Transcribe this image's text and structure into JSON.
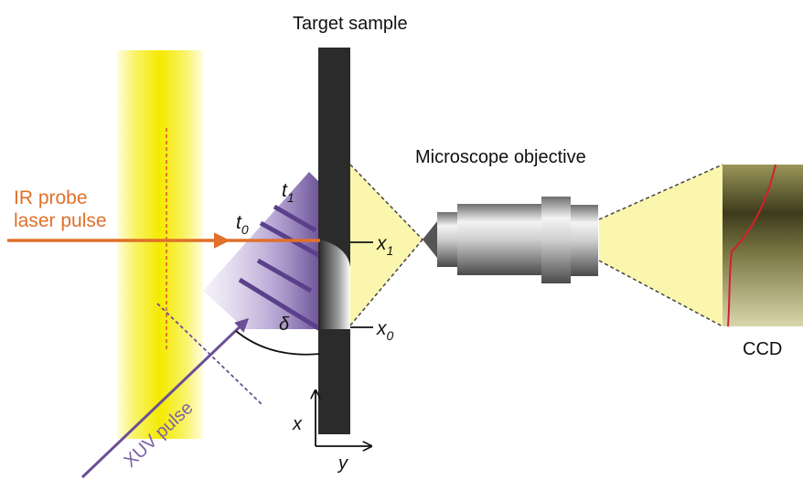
{
  "labels": {
    "target_sample": "Target sample",
    "microscope_objective": "Microscope objective",
    "ir_probe_line1": "IR probe",
    "ir_probe_line2": "laser pulse",
    "xuv_pulse": "XUV pulse",
    "ccd": "CCD",
    "t1_base": "t",
    "t1_sub": "1",
    "t0_base": "t",
    "t0_sub": "0",
    "x1_base": "x",
    "x1_sub": "1",
    "x0_base": "x",
    "x0_sub": "0",
    "delta": "δ",
    "axis_x": "x",
    "axis_y": "y"
  },
  "colors": {
    "ir_beam": "#e0702a",
    "xuv_beam": "#6a4f96",
    "yellow_band": "#f6ef1a",
    "cone_fill": "#fbf6ae",
    "sample": "#2b2b2b"
  }
}
